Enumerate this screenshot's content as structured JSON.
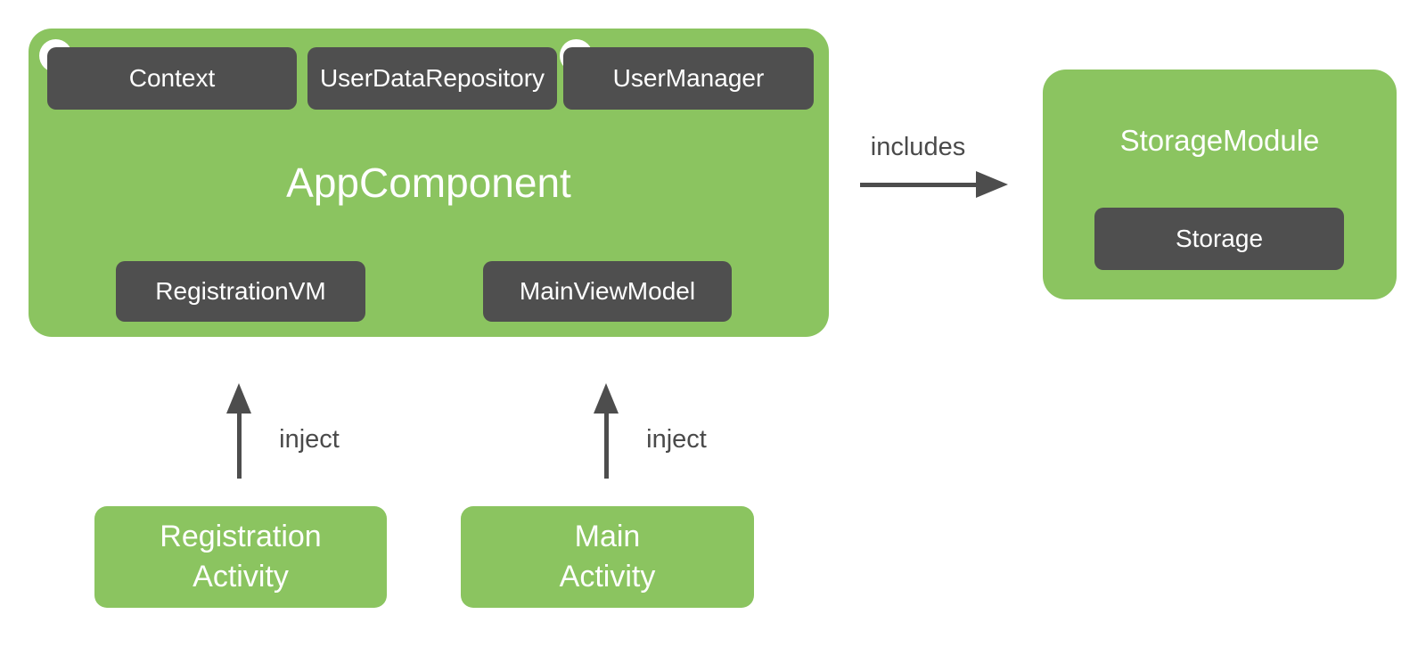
{
  "colors": {
    "green": "#8BC460",
    "box_dark": "#4F4F4F",
    "arrow": "#4D4D4D",
    "edge_text": "#4A4A4A",
    "node_text": "#FFFFFF",
    "background": "#FFFFFF"
  },
  "app_component": {
    "title": "AppComponent",
    "dependencies": [
      {
        "label": "Context"
      },
      {
        "label": "UserDataRepository"
      },
      {
        "label": "UserManager"
      }
    ],
    "view_models": [
      {
        "label": "RegistrationVM"
      },
      {
        "label": "MainViewModel"
      }
    ]
  },
  "storage_module": {
    "title": "StorageModule",
    "binding": {
      "label": "Storage"
    }
  },
  "activities": [
    {
      "line1": "Registration",
      "line2": "Activity"
    },
    {
      "line1": "Main",
      "line2": "Activity"
    }
  ],
  "edges": {
    "includes": {
      "label": "includes"
    },
    "inject_registration": {
      "label": "inject"
    },
    "inject_main": {
      "label": "inject"
    }
  }
}
